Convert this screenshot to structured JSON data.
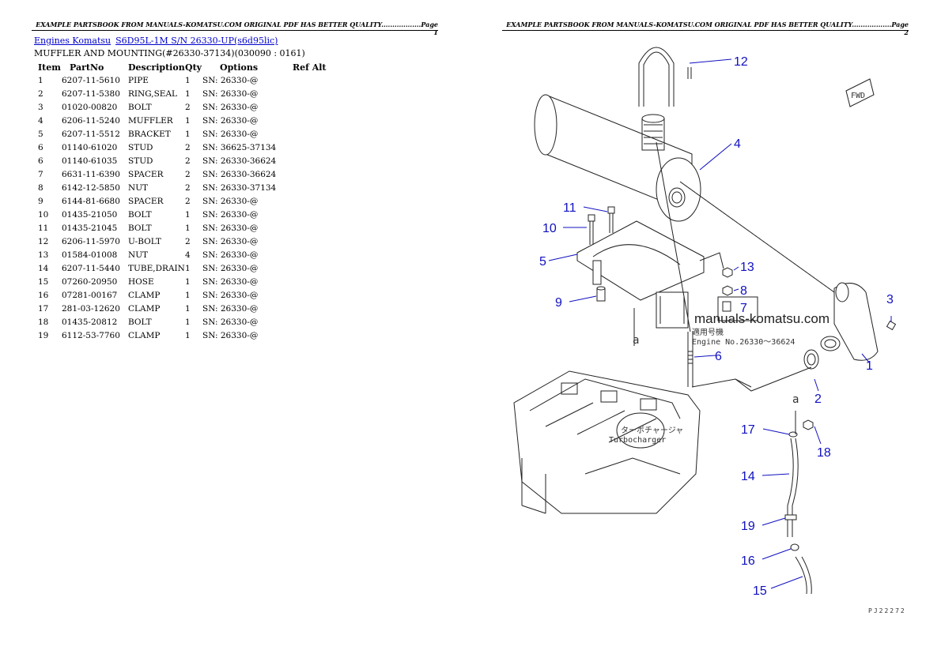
{
  "header": {
    "page1": "EXAMPLE PARTSBOOK FROM MANUALS-KOMATSU.COM ORIGINAL PDF HAS BETTER QUALITY..................Page 1",
    "page2": "EXAMPLE PARTSBOOK FROM MANUALS-KOMATSU.COM ORIGINAL PDF HAS BETTER QUALITY..................Page 2"
  },
  "breadcrumb": {
    "link1": "Engines Komatsu",
    "link2": "S6D95L-1M S/N 26330-UP(s6d95lic)"
  },
  "section_title": "MUFFLER AND MOUNTING(#26330-37134)(030090 : 0161)",
  "table": {
    "headers": [
      "Item",
      "PartNo",
      "Description",
      "Qty",
      "Options",
      "Ref Alt"
    ],
    "rows": [
      [
        "1",
        "6207-11-5610",
        "PIPE",
        "1",
        "SN: 26330-@",
        ""
      ],
      [
        "2",
        "6207-11-5380",
        "RING,SEAL",
        "1",
        "SN: 26330-@",
        ""
      ],
      [
        "3",
        "01020-00820",
        "BOLT",
        "2",
        "SN: 26330-@",
        ""
      ],
      [
        "4",
        "6206-11-5240",
        "MUFFLER",
        "1",
        "SN: 26330-@",
        ""
      ],
      [
        "5",
        "6207-11-5512",
        "BRACKET",
        "1",
        "SN: 26330-@",
        ""
      ],
      [
        "6",
        "01140-61020",
        "STUD",
        "2",
        "SN: 36625-37134",
        ""
      ],
      [
        "6",
        "01140-61035",
        "STUD",
        "2",
        "SN: 26330-36624",
        ""
      ],
      [
        "7",
        "6631-11-6390",
        "SPACER",
        "2",
        "SN: 26330-36624",
        ""
      ],
      [
        "8",
        "6142-12-5850",
        "NUT",
        "2",
        "SN: 26330-37134",
        ""
      ],
      [
        "9",
        "6144-81-6680",
        "SPACER",
        "2",
        "SN: 26330-@",
        ""
      ],
      [
        "10",
        "01435-21050",
        "BOLT",
        "1",
        "SN: 26330-@",
        ""
      ],
      [
        "11",
        "01435-21045",
        "BOLT",
        "1",
        "SN: 26330-@",
        ""
      ],
      [
        "12",
        "6206-11-5970",
        "U-BOLT",
        "2",
        "SN: 26330-@",
        ""
      ],
      [
        "13",
        "01584-01008",
        "NUT",
        "4",
        "SN: 26330-@",
        ""
      ],
      [
        "14",
        "6207-11-5440",
        "TUBE,DRAIN",
        "1",
        "SN: 26330-@",
        ""
      ],
      [
        "15",
        "07260-20950",
        "HOSE",
        "1",
        "SN: 26330-@",
        ""
      ],
      [
        "16",
        "07281-00167",
        "CLAMP",
        "1",
        "SN: 26330-@",
        ""
      ],
      [
        "17",
        "281-03-12620",
        "CLAMP",
        "1",
        "SN: 26330-@",
        ""
      ],
      [
        "18",
        "01435-20812",
        "BOLT",
        "1",
        "SN: 26330-@",
        ""
      ],
      [
        "19",
        "6112-53-7760",
        "CLAMP",
        "1",
        "SN: 26330-@",
        ""
      ]
    ]
  },
  "diagram": {
    "callouts": [
      "12",
      "4",
      "11",
      "10",
      "5",
      "13",
      "8",
      "7",
      "9",
      "3",
      "1",
      "6",
      "2",
      "17",
      "18",
      "14",
      "19",
      "16",
      "15"
    ],
    "fwd_label": "FWD",
    "marker_a": "a",
    "watermark": "manuals-komatsu.com",
    "applicability_line1": "適用号機",
    "applicability_line2": "Engine No.26330～36624",
    "turbo_line1": "ターボチャージャ",
    "turbo_line2": "Turbocharger",
    "drawing_ref": "PJ22272"
  }
}
